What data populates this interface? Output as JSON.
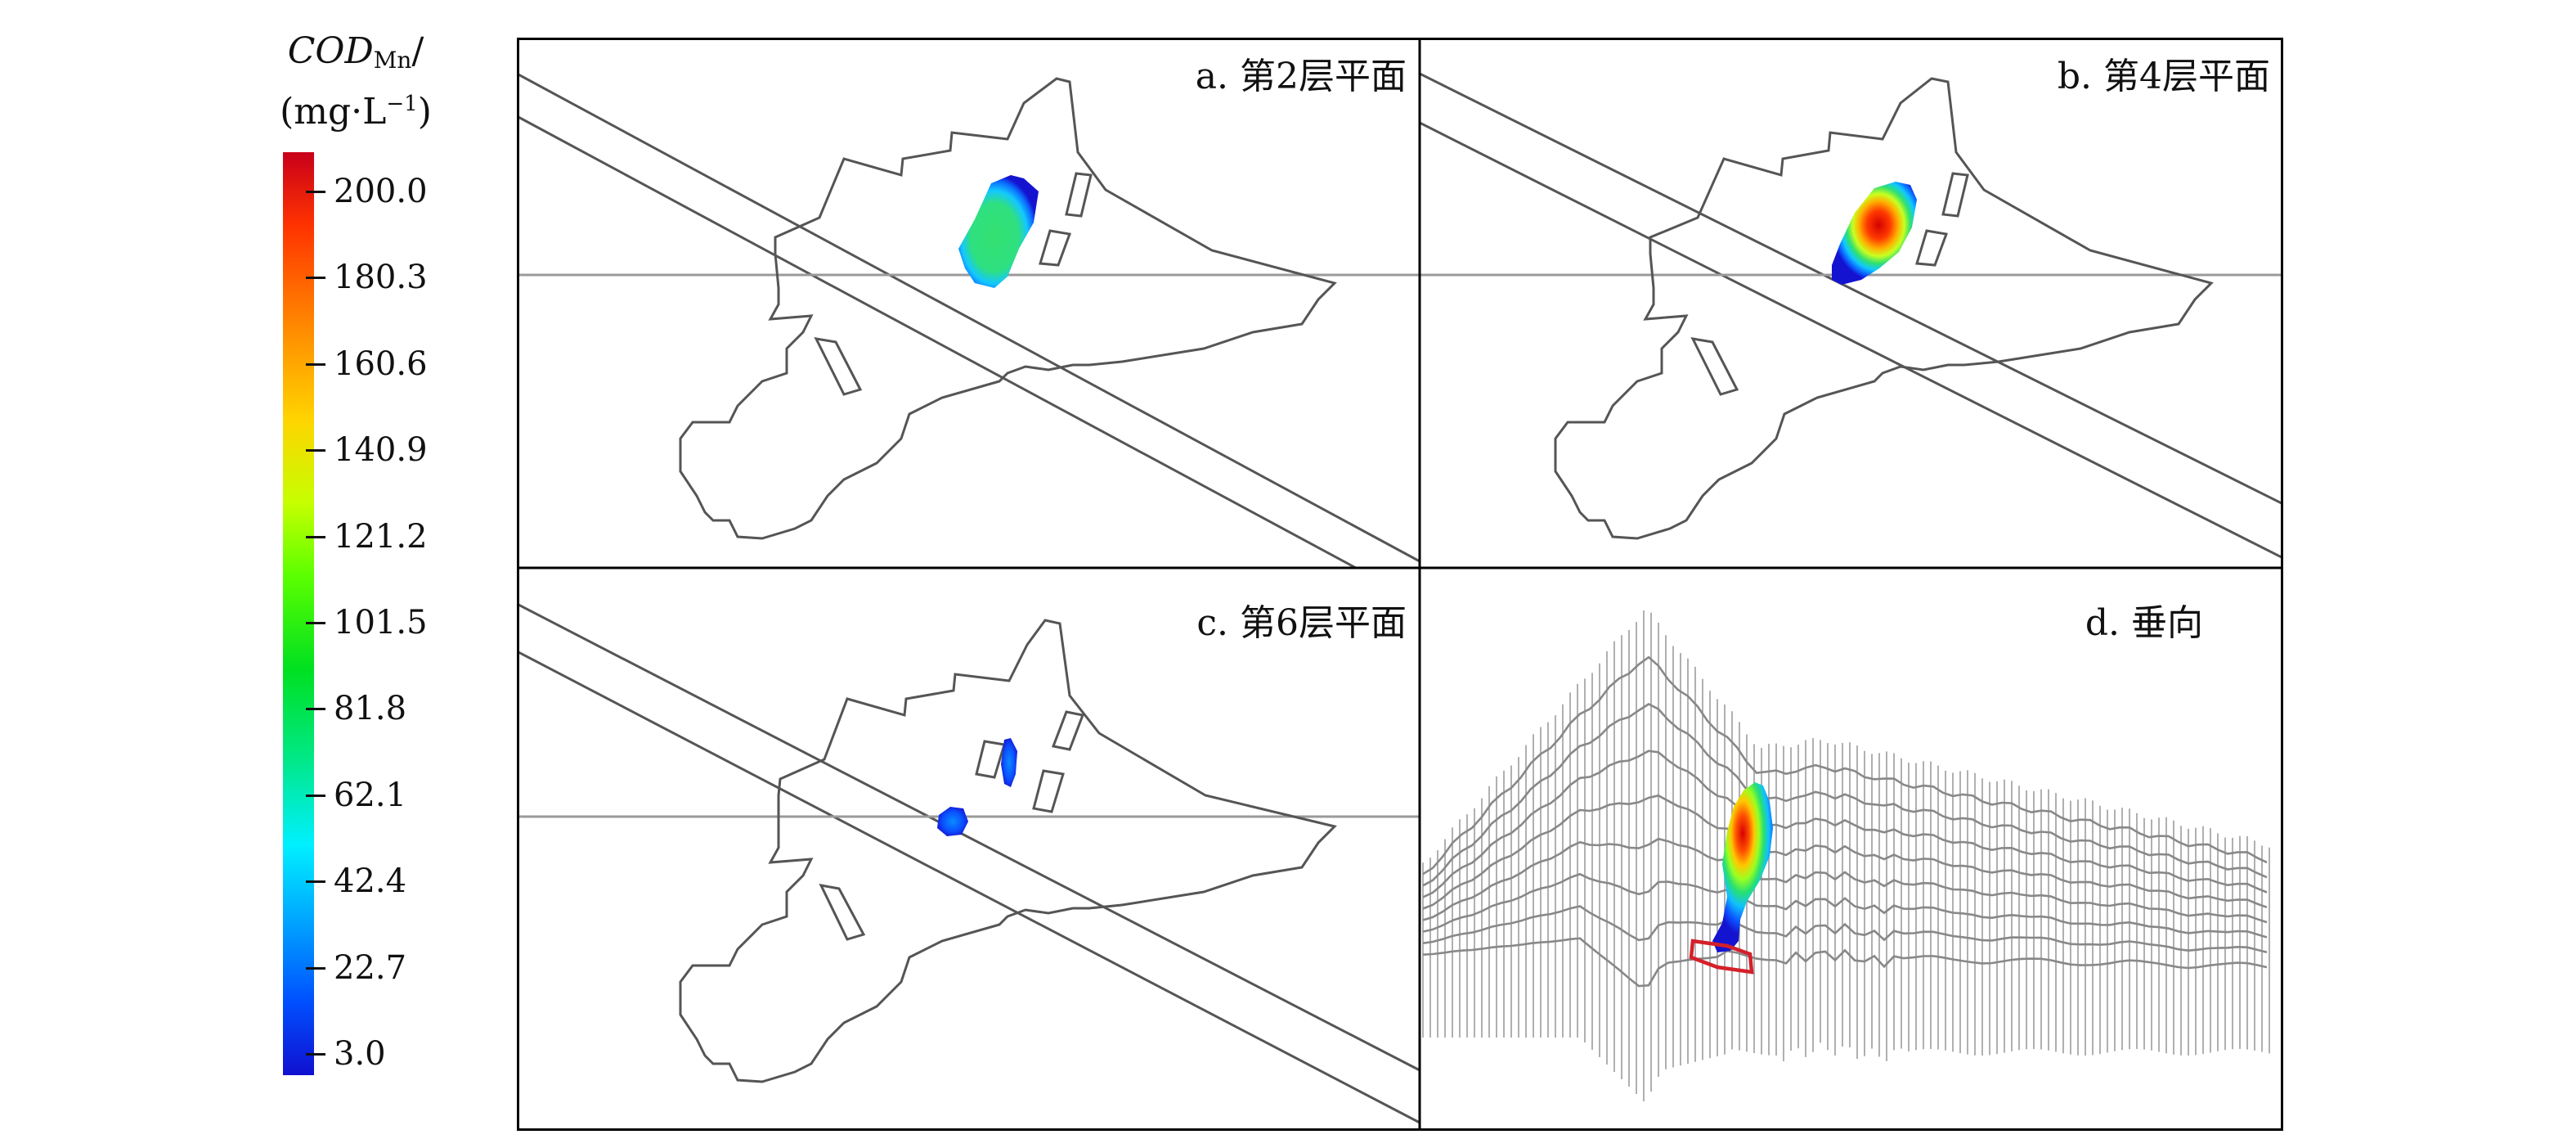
{
  "legend": {
    "title_var": "COD",
    "title_sub": "Mn",
    "title_slash": "/",
    "title_unit_open": "(mg·L",
    "title_unit_sup": "−1",
    "title_unit_close": ")",
    "ticks": [
      "200.0",
      "180.3",
      "160.6",
      "140.9",
      "121.2",
      "101.5",
      "81.8",
      "62.1",
      "42.4",
      "22.7",
      "3.0"
    ]
  },
  "panels": {
    "a": {
      "label": "a. 第2层平面"
    },
    "b": {
      "label": "b. 第4层平面"
    },
    "c": {
      "label": "c. 第6层平面"
    },
    "d": {
      "label": "d. 垂向"
    }
  },
  "colors": {
    "outline": "#555555",
    "highlight": "#d4202a",
    "max": "#d60000",
    "min": "#1010d0"
  }
}
